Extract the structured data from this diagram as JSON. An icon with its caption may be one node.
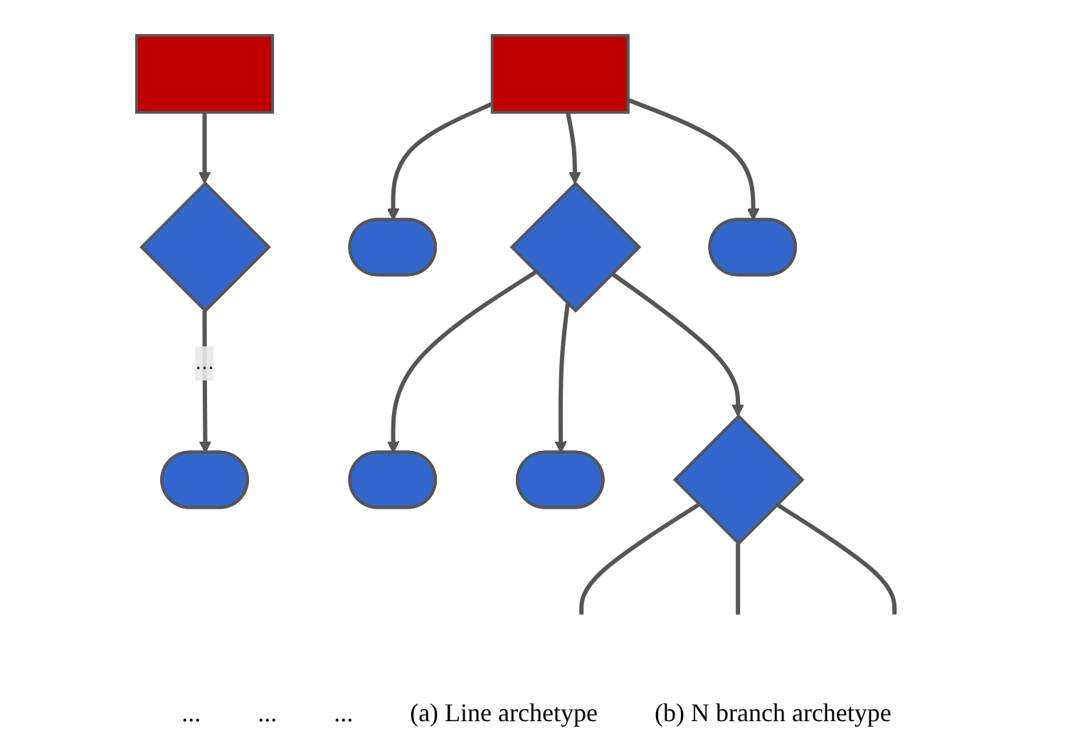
{
  "diagram": {
    "nodes": [
      {
        "text": [],
        "shape": "box"
      },
      {
        "text": [],
        "shape": "diamond"
      },
      {
        "text": [],
        "shape": "ellipse"
      },
      {
        "text": [],
        "shape": "box"
      },
      {
        "text": [],
        "shape": "ellipse"
      },
      {
        "text": [],
        "shape": "diamond"
      },
      {
        "text": [],
        "shape": "ellipse"
      },
      {
        "text": [],
        "shape": "ellipse"
      },
      {
        "text": [],
        "shape": "ellipse"
      },
      {
        "text": [],
        "shape": "diamond"
      }
    ],
    "edges": [
      {
        "from": 0,
        "to": 1,
        "arrow": "to"
      },
      {
        "from": 1,
        "to": 2,
        "arrow": "to",
        "label": "..."
      },
      {
        "from": 3,
        "to": 4,
        "arrow": "to"
      },
      {
        "from": 3,
        "to": 5,
        "arrow": "to"
      },
      {
        "from": 3,
        "to": 6,
        "arrow": "to"
      },
      {
        "from": 5,
        "to": 7,
        "arrow": "to"
      },
      {
        "from": 5,
        "to": 8,
        "arrow": "to"
      },
      {
        "from": 5,
        "to": 9,
        "arrow": "to"
      },
      {
        "from": 9,
        "to": null,
        "arrow": "none"
      },
      {
        "from": 9,
        "to": null,
        "arrow": "none"
      },
      {
        "from": 9,
        "to": null,
        "arrow": "none"
      }
    ],
    "labels": [
      "...",
      "...",
      "...",
      "(a) Line archetype",
      "(b) N branch archetype"
    ]
  }
}
